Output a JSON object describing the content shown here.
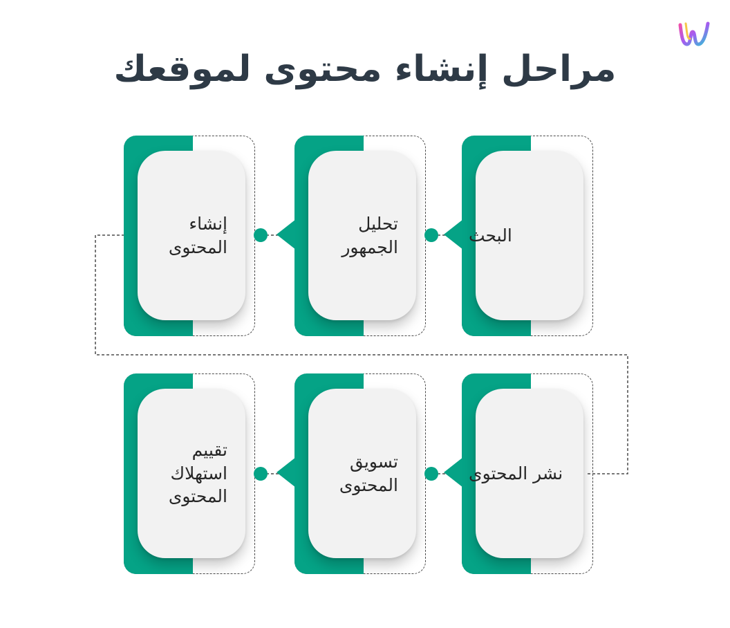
{
  "title": "مراحل إنشاء محتوى لموقعك",
  "steps": [
    {
      "label": "البحث"
    },
    {
      "label": "تحليل الجمهور"
    },
    {
      "label": "إنشاء المحتوى"
    },
    {
      "label": "نشر المحتوى"
    },
    {
      "label": "تسويق المحتوى"
    },
    {
      "label": "تقييم استهلاك المحتوى"
    }
  ],
  "colors": {
    "accent": "#05a386",
    "card": "#f2f2f2",
    "text": "#262626",
    "title": "#2e3a46",
    "dashed": "#4a4a4a"
  }
}
